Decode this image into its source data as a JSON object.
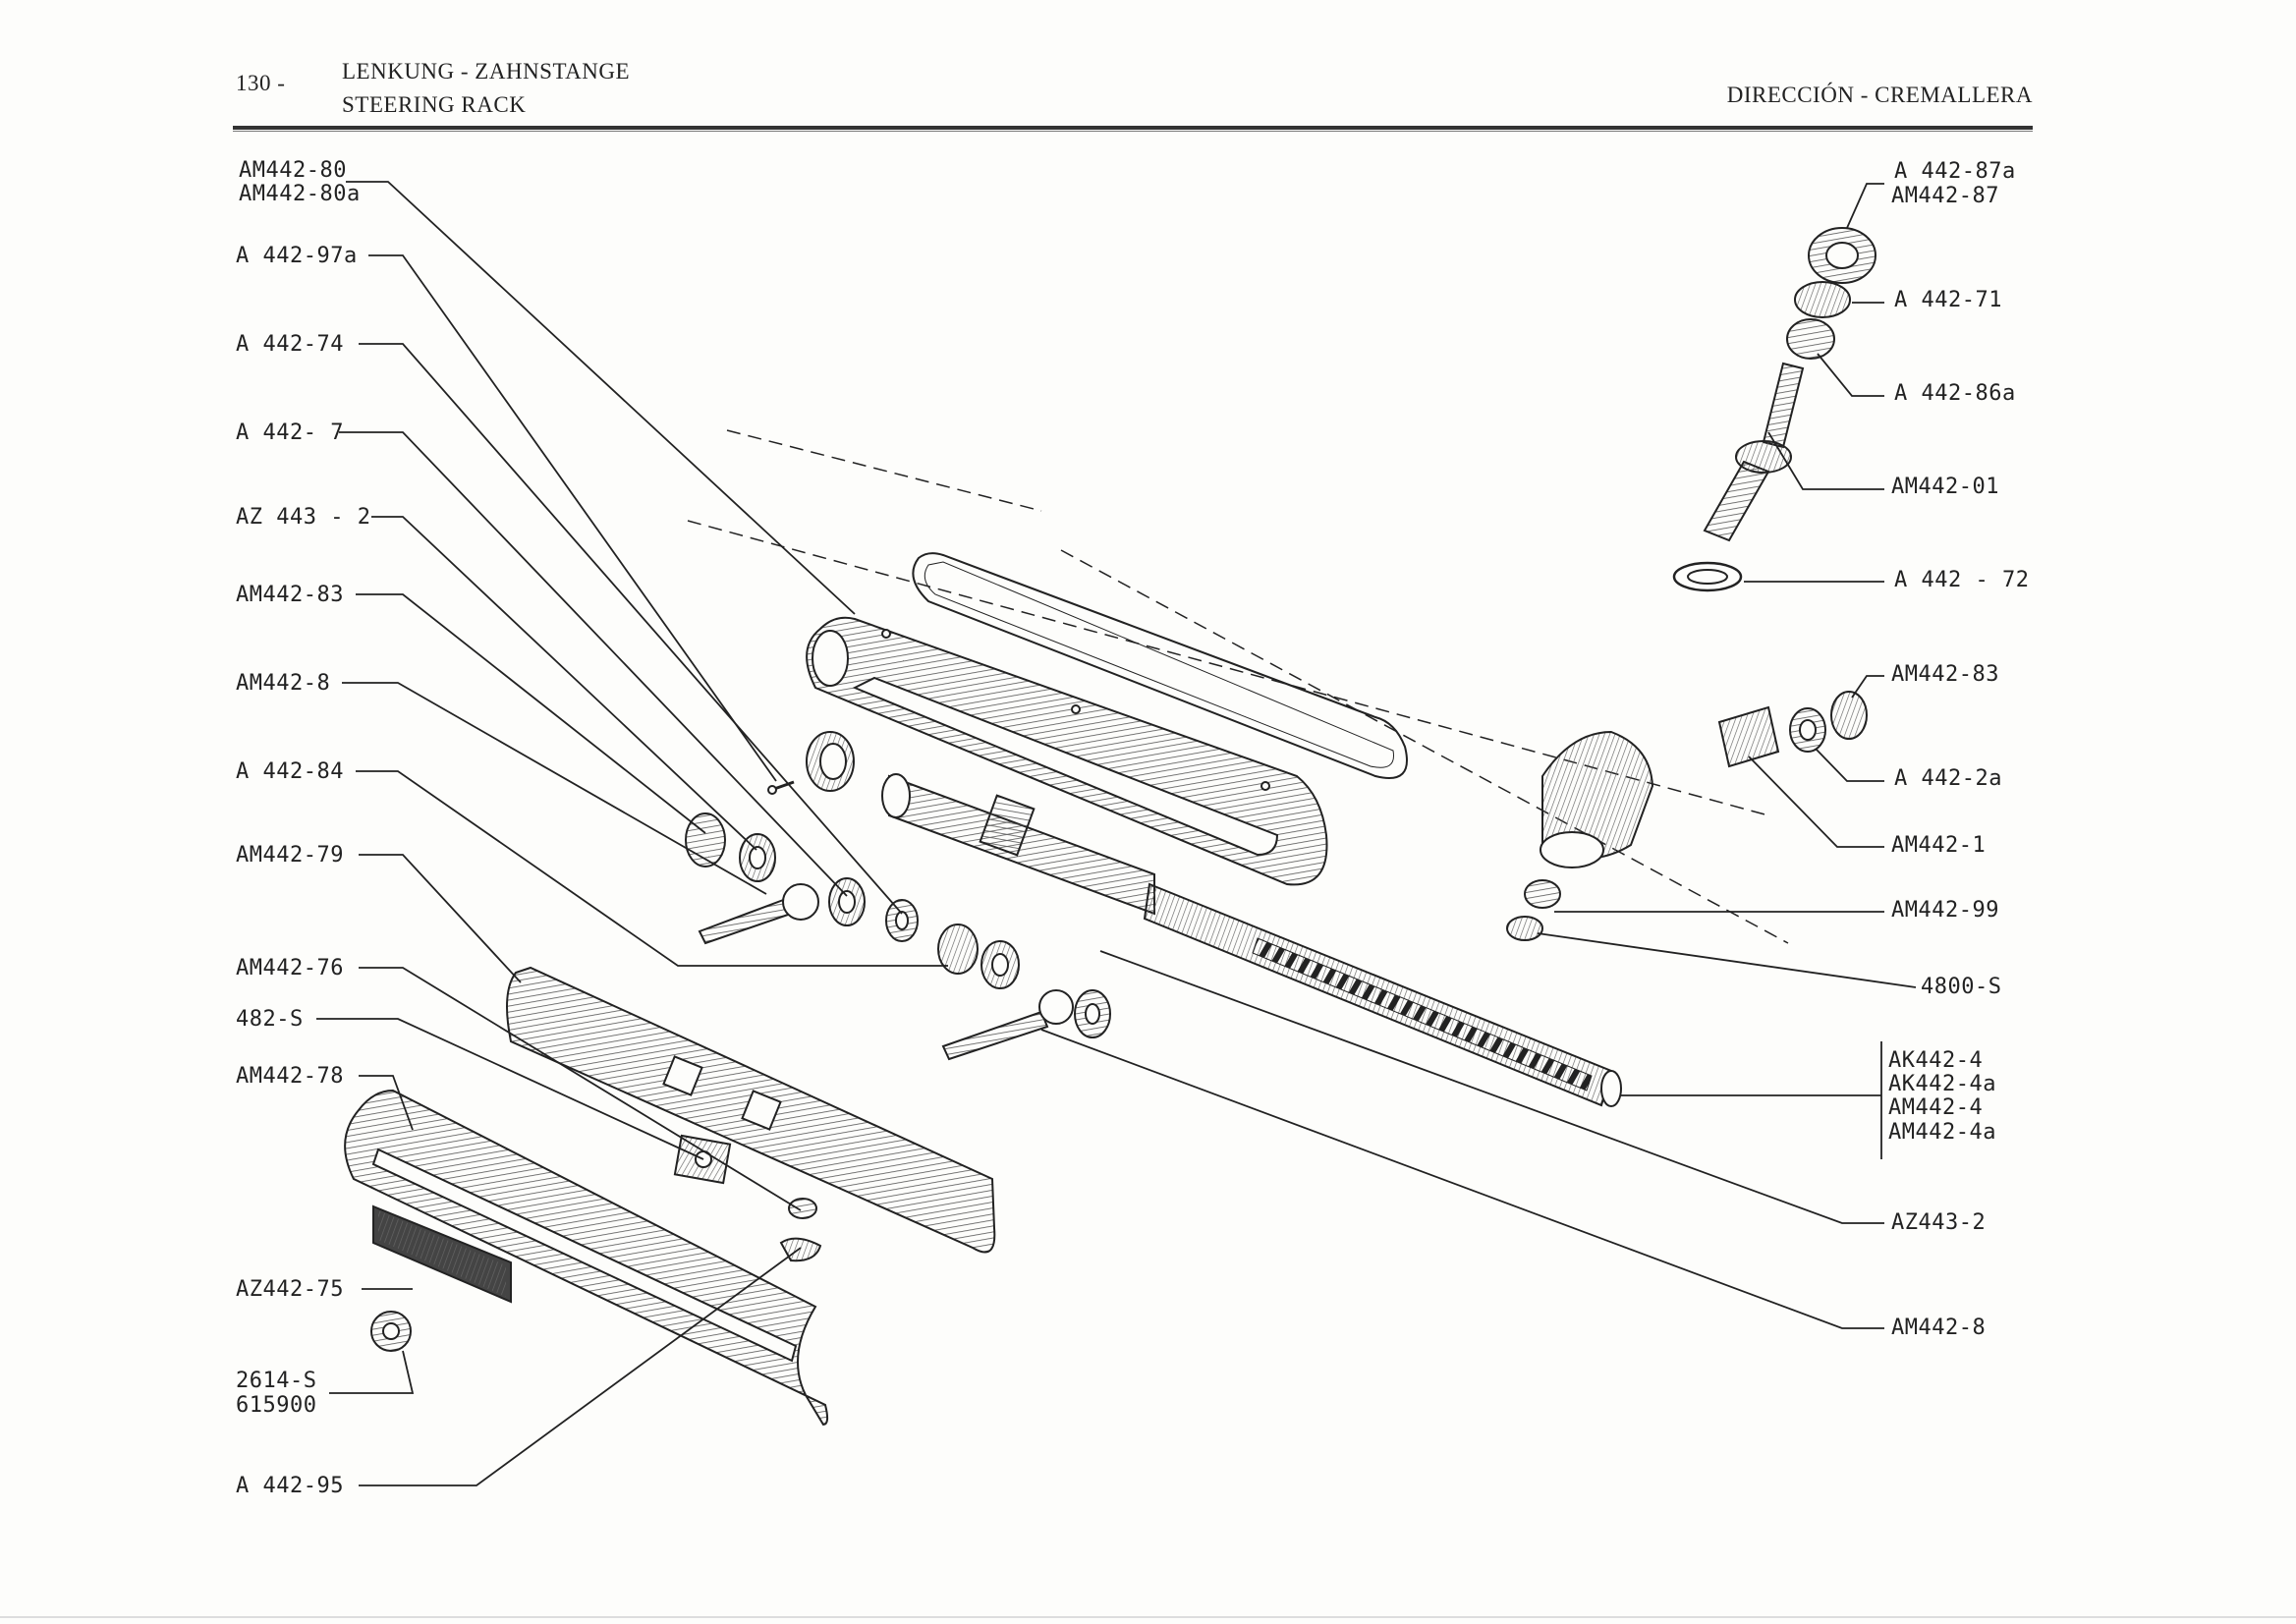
{
  "header": {
    "page_number": "130 -",
    "title_de": "LENKUNG - ZAHNSTANGE",
    "title_en": "STEERING RACK",
    "title_es": "DIRECCIÓN - CREMALLERA"
  },
  "labels_left": [
    {
      "id": "am442-80",
      "text": "AM442-80"
    },
    {
      "id": "am442-80a",
      "text": "AM442-80a"
    },
    {
      "id": "a442-97a",
      "text": "A 442-97a"
    },
    {
      "id": "a442-74",
      "text": "A 442-74"
    },
    {
      "id": "a442-7",
      "text": "A 442- 7"
    },
    {
      "id": "az443-2",
      "text": "AZ 443 - 2"
    },
    {
      "id": "am442-83",
      "text": "AM442-83"
    },
    {
      "id": "am442-8",
      "text": "AM442-8"
    },
    {
      "id": "a442-84",
      "text": "A 442-84"
    },
    {
      "id": "am442-79",
      "text": "AM442-79"
    },
    {
      "id": "am442-76",
      "text": "AM442-76"
    },
    {
      "id": "482-s",
      "text": "482-S"
    },
    {
      "id": "am442-78",
      "text": "AM442-78"
    },
    {
      "id": "az442-75",
      "text": "AZ442-75"
    },
    {
      "id": "2614-s",
      "text": "2614-S"
    },
    {
      "id": "615900",
      "text": "615900"
    },
    {
      "id": "a442-95",
      "text": "A 442-95"
    }
  ],
  "labels_right": [
    {
      "id": "a442-87a",
      "text": "A 442-87a"
    },
    {
      "id": "am442-87",
      "text": "AM442-87"
    },
    {
      "id": "a442-71",
      "text": "A 442-71"
    },
    {
      "id": "a442-86a",
      "text": "A 442-86a"
    },
    {
      "id": "am442-01",
      "text": "AM442-01"
    },
    {
      "id": "a442-72",
      "text": "A 442 - 72"
    },
    {
      "id": "am442-83r",
      "text": "AM442-83"
    },
    {
      "id": "a442-2a",
      "text": "A 442-2a"
    },
    {
      "id": "am442-1",
      "text": "AM442-1"
    },
    {
      "id": "am442-99",
      "text": "AM442-99"
    },
    {
      "id": "4800-s",
      "text": "4800-S"
    },
    {
      "id": "ak442-4",
      "text": "AK442-4"
    },
    {
      "id": "ak442-4a",
      "text": "AK442-4a"
    },
    {
      "id": "am442-4",
      "text": "AM442-4"
    },
    {
      "id": "am442-4a",
      "text": "AM442-4a"
    },
    {
      "id": "az443-2r",
      "text": "AZ443-2"
    },
    {
      "id": "am442-8r",
      "text": "AM442-8"
    }
  ],
  "colors": {
    "ink": "#222222",
    "paper": "#fdfdfb",
    "shade": "#8a8a8a"
  }
}
